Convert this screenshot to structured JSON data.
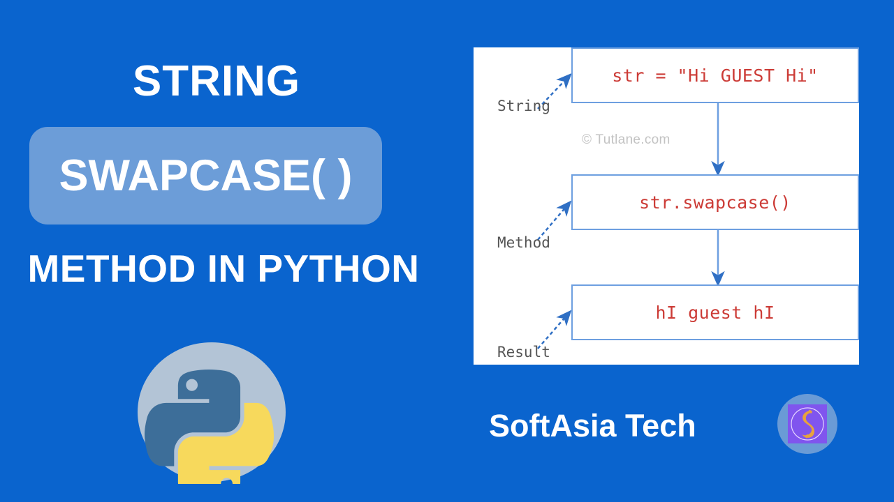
{
  "theme": {
    "background": "#0a64ce",
    "highlight": "#6c9dd8",
    "text_on_blue": "#ffffff",
    "code_red": "#cc3b36",
    "box_border": "#6d9fe0",
    "arrow_blue": "#2f6fc4",
    "label_gray": "#555555",
    "watermark_gray": "#c3c3c3"
  },
  "title": {
    "line1": "STRING",
    "line2": "SWAPCASE( )",
    "line3": "METHOD IN PYTHON"
  },
  "python_logo": {
    "icon_name": "python-logo-icon",
    "circle_color": "#b3c4d6",
    "snake_top_color": "#3d6e99",
    "snake_bottom_color": "#f7d95c"
  },
  "diagram": {
    "watermark": "© Tutlane.com",
    "steps": [
      {
        "label": "String",
        "code": "str = \"Hi GUEST Hi\""
      },
      {
        "label": "Method",
        "code": "str.swapcase()"
      },
      {
        "label": "Result",
        "code": "hI guest hI"
      }
    ]
  },
  "brand": {
    "name": "SoftAsia Tech",
    "badge": {
      "icon_name": "softasia-s-logo-icon",
      "circle_color": "#6a9bd6",
      "square_color": "#8055ee",
      "swirl_color": "#e8a33d"
    }
  }
}
